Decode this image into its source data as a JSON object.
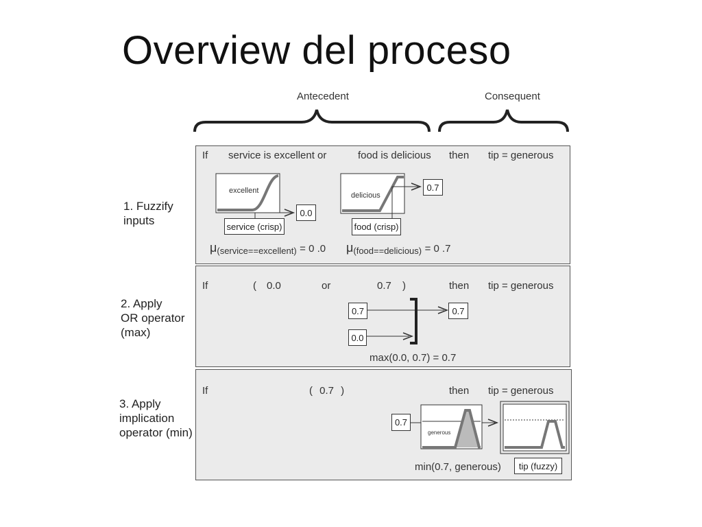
{
  "slide": {
    "title": "Overview del proceso"
  },
  "braces": {
    "antecedent": "Antecedent",
    "consequent": "Consequent"
  },
  "step1": {
    "label_line1": "1. Fuzzify",
    "label_line2": "inputs",
    "rule": {
      "if": "If",
      "service": "service is excellent or",
      "food": "food is delicious",
      "then": "then",
      "tip": "tip = generous"
    },
    "mf1": {
      "name": "excellent",
      "input": "service (crisp)",
      "output": "0.0"
    },
    "mf2": {
      "name": "delicious",
      "input": "food (crisp)",
      "output": "0.7"
    },
    "mu_service": {
      "mu": "μ",
      "sub": "(service==excellent)",
      "eq": "= 0 .0"
    },
    "mu_food": {
      "mu": "μ",
      "sub": "(food==delicious)",
      "eq": "= 0 .7"
    }
  },
  "step2": {
    "label_line1": "2. Apply",
    "label_line2": "OR operator",
    "label_line3": "(max)",
    "rule": {
      "if": "If",
      "open": "(",
      "v1": "0.0",
      "or": "or",
      "v2": "0.7",
      "close": ")",
      "then": "then",
      "tip": "tip = generous"
    },
    "in_top": "0.7",
    "in_bottom": "0.0",
    "out": "0.7",
    "caption": "max(0.0, 0.7) = 0.7"
  },
  "step3": {
    "label_line1": "3. Apply",
    "label_line2": "implication",
    "label_line3": "operator (min)",
    "rule": {
      "if": "If",
      "expr": "( 0.7 )",
      "then": "then",
      "tip": "tip = generous"
    },
    "in_value": "0.7",
    "mf_name": "generous",
    "caption": "min(0.7, generous)",
    "out_label": "tip (fuzzy)"
  }
}
